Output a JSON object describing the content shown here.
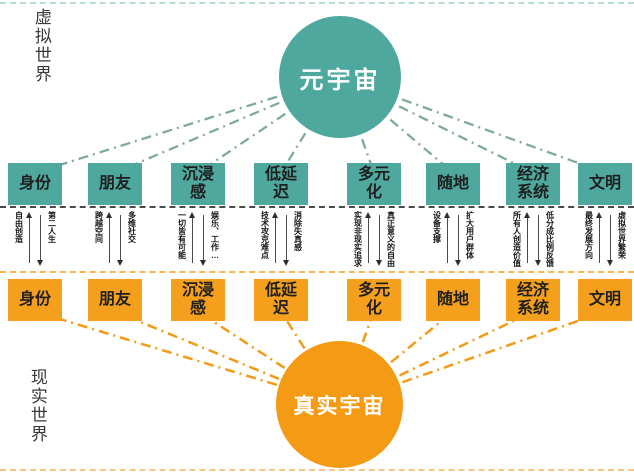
{
  "labels": {
    "virtual_world": "虚拟世界",
    "real_world": "现实世界"
  },
  "top_circle": {
    "label": "元宇宙",
    "color": "#4EA89E"
  },
  "bottom_circle": {
    "label": "真实宇宙",
    "color": "#F49A15"
  },
  "categories": [
    "身份",
    "朋友",
    "沉浸感",
    "低延迟",
    "多元化",
    "随地",
    "经济系统",
    "文明"
  ],
  "flows": [
    {
      "up": "自由创造",
      "down": "第二人生"
    },
    {
      "up": "跨越空间",
      "down": "多维社交"
    },
    {
      "up": "一切皆有可能",
      "down": "娱乐、工作…"
    },
    {
      "up": "技术攻克难点",
      "down": "消除失真感"
    },
    {
      "up": "实现非现实追求",
      "down": "真正意义的自由"
    },
    {
      "up": "设备支撑",
      "down": "扩大用户群体"
    },
    {
      "up": "所有人创造价值",
      "down": "低分成比例反馈"
    },
    {
      "up": "最终发展方向",
      "down": "虚拟世界繁荣"
    }
  ],
  "colors": {
    "teal_connector": "#7FA8A3",
    "orange_connector": "#F49A15",
    "mid_line_dark": "#4A4A4A",
    "mid_line_orange": "#F7B64F",
    "top_line": "#B9D9D5",
    "bottom_line": "#F6C687"
  }
}
